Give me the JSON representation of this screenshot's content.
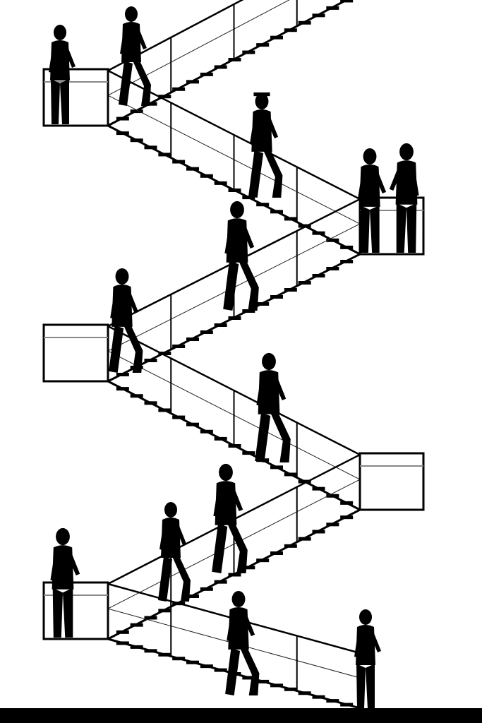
{
  "scene": {
    "subject": "zigzag-staircase-silhouettes",
    "background_color": "#ffffff",
    "ink_color": "#000000",
    "rail_color": "#222222",
    "landings": [
      {
        "id": "left-1",
        "side": "left"
      },
      {
        "id": "right-1",
        "side": "right"
      },
      {
        "id": "left-2",
        "side": "left"
      },
      {
        "id": "right-2",
        "side": "right"
      },
      {
        "id": "left-3",
        "side": "left"
      }
    ],
    "people": [
      {
        "id": "p1",
        "pose": "standing"
      },
      {
        "id": "p2",
        "pose": "walking"
      },
      {
        "id": "p3",
        "pose": "walking-hat"
      },
      {
        "id": "p4",
        "pose": "standing"
      },
      {
        "id": "p5",
        "pose": "standing"
      },
      {
        "id": "p6",
        "pose": "walking"
      },
      {
        "id": "p7",
        "pose": "walking"
      },
      {
        "id": "p8",
        "pose": "walking"
      },
      {
        "id": "p9",
        "pose": "walking"
      },
      {
        "id": "p10",
        "pose": "walking"
      },
      {
        "id": "p11",
        "pose": "standing"
      },
      {
        "id": "p12",
        "pose": "walking"
      },
      {
        "id": "p13",
        "pose": "standing-partial"
      }
    ]
  }
}
